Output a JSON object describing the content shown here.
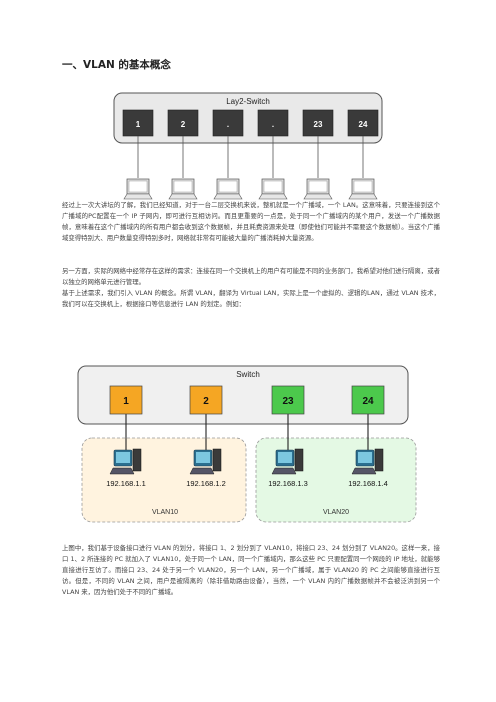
{
  "doc": {
    "title": "一、VLAN 的基本概念",
    "p1": "经过上一次大讲坛的了解，我们已经知道，对于一台二层交换机来说，整机就是一个广播域，一个 LAN。这意味着，只要连接到这个广播域的PC配置在一个 IP 子网内，即可进行互相访问。而且更重要的一点是，处于同一个广播域内的某个用户，发送一个广播数据帧，意味着在这个广播域内的所有用户都会收到这个数据帧，并且耗费资源来处理（即使他们可能并不需要这个数据帧）。当这个广播域变得特别大、用户数量变得特别多时，网络就非常有可能被大量的广播消耗掉大量资源。",
    "p2": "另一方面，实际的网络中经常存在这样的需求：连接在同一个交换机上的用户有可能是不同的业务部门，我希望对他们进行隔离，或者以独立的网络单元进行管理。",
    "p3": "基于上述需求，我们引入 VLAN 的概念。所谓 VLAN，翻译为 Virtual LAN，实际上是一个虚拟的、逻辑的LAN，通过 VLAN 技术，我们可以在交换机上，根据接口等信息进行 LAN 的划定。例如：",
    "p4": "上图中，我们基于设备接口进行 VLAN 的划分，将接口 1、2 划分到了 VLAN10，将接口 23、24 划分到了 VLAN20。这样一来，接口 1、2 所连接的 PC 就加入了 VLAN10，处于同一个 LAN，同一个广播域内，那么这些 PC 只要配置同一个网段的 IP 地址，就能够直接进行互访了。而接口 23、24 处于另一个 VLAN20，另一个 LAN，另一个广播域，属于 VLAN20 的 PC 之间能够直接进行互访。但是，不同的 VLAN 之间，用户是被隔离的（除非借助路由设备），当然，一个 VLAN 内的广播数据帧并不会被泛洪到另一个 VLAN 来，因为他们处于不同的广播域。"
  },
  "diagram1": {
    "switch_label": "Lay2-Switch",
    "ports": [
      "1",
      "2",
      ".",
      ".",
      "23",
      "24"
    ]
  },
  "diagram2": {
    "switch_label": "Switch",
    "ports": [
      "1",
      "2",
      "23",
      "24"
    ],
    "hosts": [
      "192.168.1.1",
      "192.168.1.2",
      "192.168.1.3",
      "192.168.1.4"
    ],
    "vlans": [
      "VLAN10",
      "VLAN20"
    ]
  },
  "colors": {
    "port_dark": "#3a3a3a",
    "port_vlan10": "#f5a623",
    "port_vlan20": "#4cc94c",
    "vlan10_bg": "#fff3df",
    "vlan20_bg": "#e4f9e4"
  }
}
